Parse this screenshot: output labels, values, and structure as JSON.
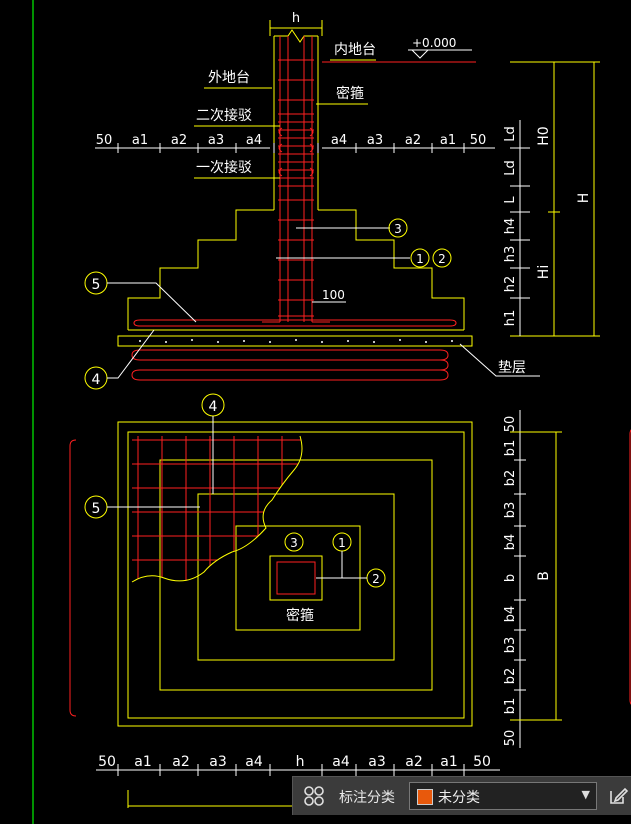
{
  "section": {
    "h": "h",
    "level": "+0.000",
    "inner_ground": "内地台",
    "outer_ground": "外地台",
    "dense_stirrup": "密箍",
    "second_splice": "二次接驳",
    "first_splice": "一次接驳",
    "bar_spacing": "100",
    "cushion": "垫层",
    "left_dims": [
      "50",
      "a1",
      "a2",
      "a3",
      "a4"
    ],
    "right_dims": [
      "a4",
      "a3",
      "a2",
      "a1",
      "50"
    ],
    "right_vertical_dims": [
      "Ld",
      "Ld",
      "L",
      "h4",
      "h3",
      "h2",
      "h1"
    ],
    "H0": "H0",
    "H": "H",
    "Hi": "Hi",
    "callouts": [
      "3",
      "1",
      "2",
      "5",
      "4"
    ]
  },
  "plan": {
    "callouts": [
      "4",
      "5",
      "3",
      "1",
      "2"
    ],
    "dense_stirrup": "密箍",
    "right_dims": [
      "50",
      "b1",
      "b2",
      "b3",
      "b4",
      "b",
      "b4",
      "b3",
      "b2",
      "b1",
      "50"
    ],
    "B": "B",
    "bottom_dims": [
      "50",
      "a1",
      "a2",
      "a3",
      "a4",
      "h",
      "a4",
      "a3",
      "a2",
      "a1",
      "50"
    ]
  },
  "toolbar": {
    "label": "标注分类",
    "select_value": "未分类",
    "swatch_color": "#e8590c",
    "caret": "▼"
  },
  "colors": {
    "outline": "#ffff00",
    "rebar": "#ff2020",
    "text": "#ffffff",
    "border": "#00d000"
  }
}
